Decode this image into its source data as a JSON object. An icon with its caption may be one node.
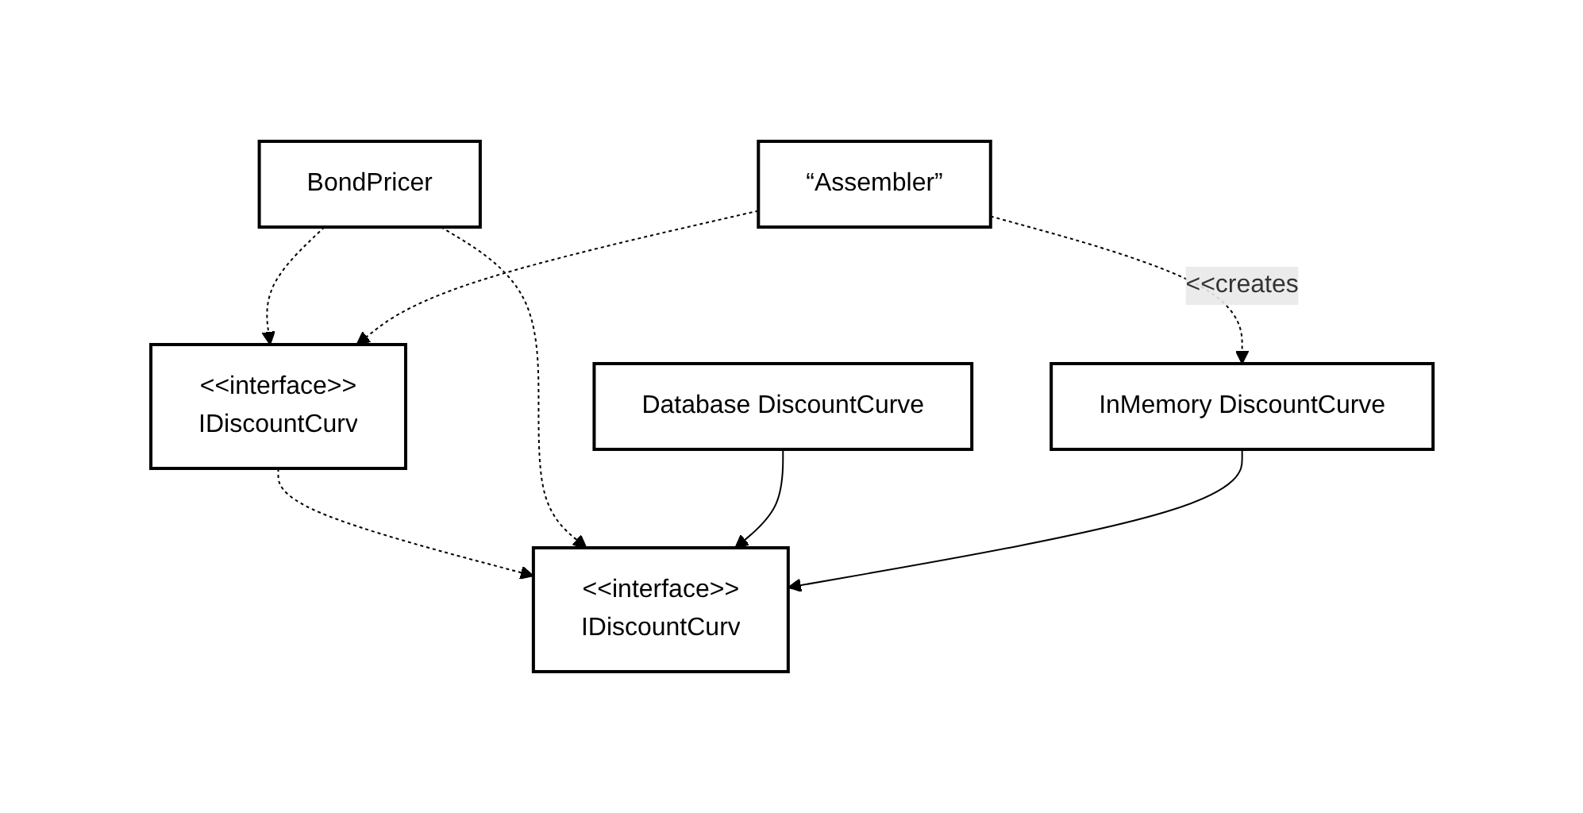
{
  "diagram": {
    "nodes": [
      {
        "text": [
          "<<interface>>",
          "IDiscountCurv"
        ]
      },
      {
        "text": [
          "BondPricer"
        ]
      },
      {
        "text": [
          "<<interface>>",
          "IDiscountCurv"
        ]
      },
      {
        "text": [
          "“Assembler”"
        ]
      },
      {
        "text": [
          "Database DiscountCurve"
        ]
      },
      {
        "text": [
          "InMemory DiscountCurve"
        ]
      }
    ],
    "edges": [
      {
        "from": 1,
        "to": 0,
        "arrow": "to",
        "style": "dashed"
      },
      {
        "from": 3,
        "to": 0,
        "arrow": "to",
        "style": "dashed"
      },
      {
        "from": 0,
        "to": 2,
        "arrow": "to",
        "style": "dashed"
      },
      {
        "from": 1,
        "to": 2,
        "arrow": "to",
        "style": "dashed"
      },
      {
        "from": 4,
        "to": 2,
        "arrow": "to"
      },
      {
        "from": 5,
        "to": 2,
        "arrow": "to"
      },
      {
        "from": 3,
        "to": 5,
        "arrow": "to",
        "style": "dashed",
        "label": "<<creates"
      }
    ]
  }
}
